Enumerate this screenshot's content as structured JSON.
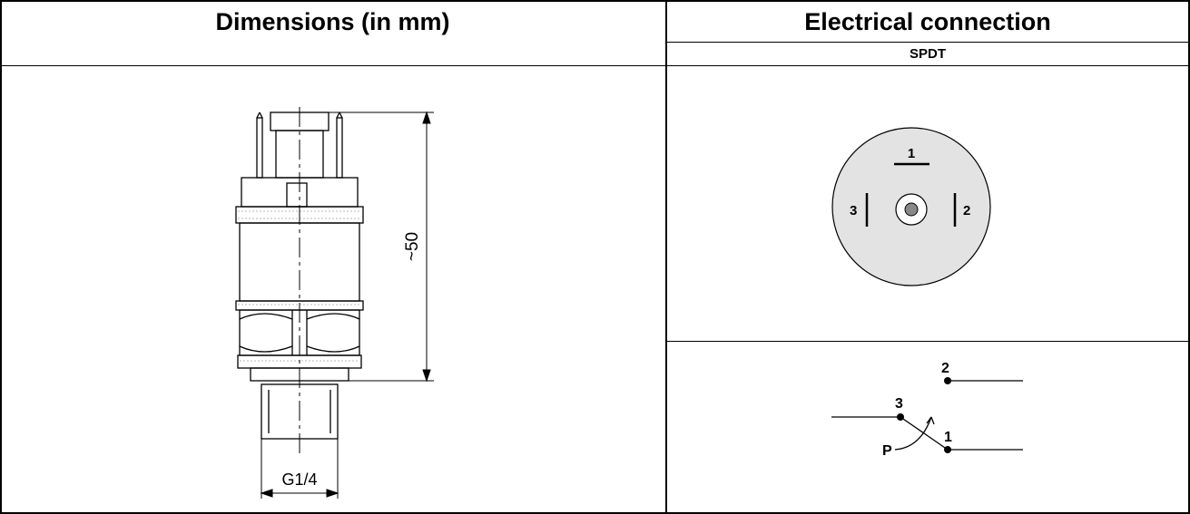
{
  "headers": {
    "dimensions": "Dimensions (in mm)",
    "electrical": "Electrical connection",
    "contact_type": "SPDT"
  },
  "dimension_drawing": {
    "height_label": "~50",
    "thread_label": "G1/4"
  },
  "connector_face": {
    "pin_labels": [
      "1",
      "2",
      "3"
    ]
  },
  "switch_schematic": {
    "terminal_labels": [
      "2",
      "3",
      "1"
    ],
    "pressure_label": "P"
  }
}
